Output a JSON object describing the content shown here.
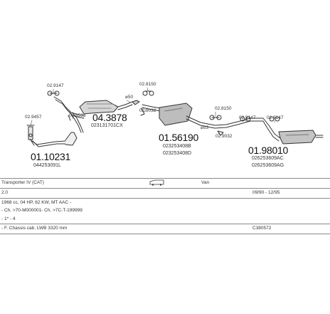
{
  "parts": {
    "p1": {
      "number": "01.10231",
      "ref": "044253091L"
    },
    "p2": {
      "number": "04.3878",
      "ref": "023131701CX"
    },
    "p3": {
      "number": "01.56190",
      "ref1": "023253408B",
      "ref2": "023253408D"
    },
    "p4": {
      "number": "01.98010",
      "ref1": "026253609AC",
      "ref2": "026253609AG"
    }
  },
  "small_parts": {
    "a": "02.9147",
    "b": "02.9533",
    "c": "02.9457",
    "d": "02.8150",
    "e": "02.9032",
    "f": "02.8150",
    "g": "02.9032",
    "h": "02.9147",
    "i": "02.9147"
  },
  "lengths": {
    "l1": "50",
    "l2": "53"
  },
  "table": {
    "model": "Transporter IV (CAT)",
    "body_type": "Van",
    "engine": "2.0",
    "dates": "09/90 - 12/95",
    "specs": "1968 cc, 04 HP, 62 KW, MT AAC -",
    "chassis": "- Ch. >70-M000001- Ch. >7C-T-199999",
    "drive": "- 1* - 4",
    "variant": "- F. Chassis cab. LWB 3320 mm",
    "code": "C380572"
  }
}
